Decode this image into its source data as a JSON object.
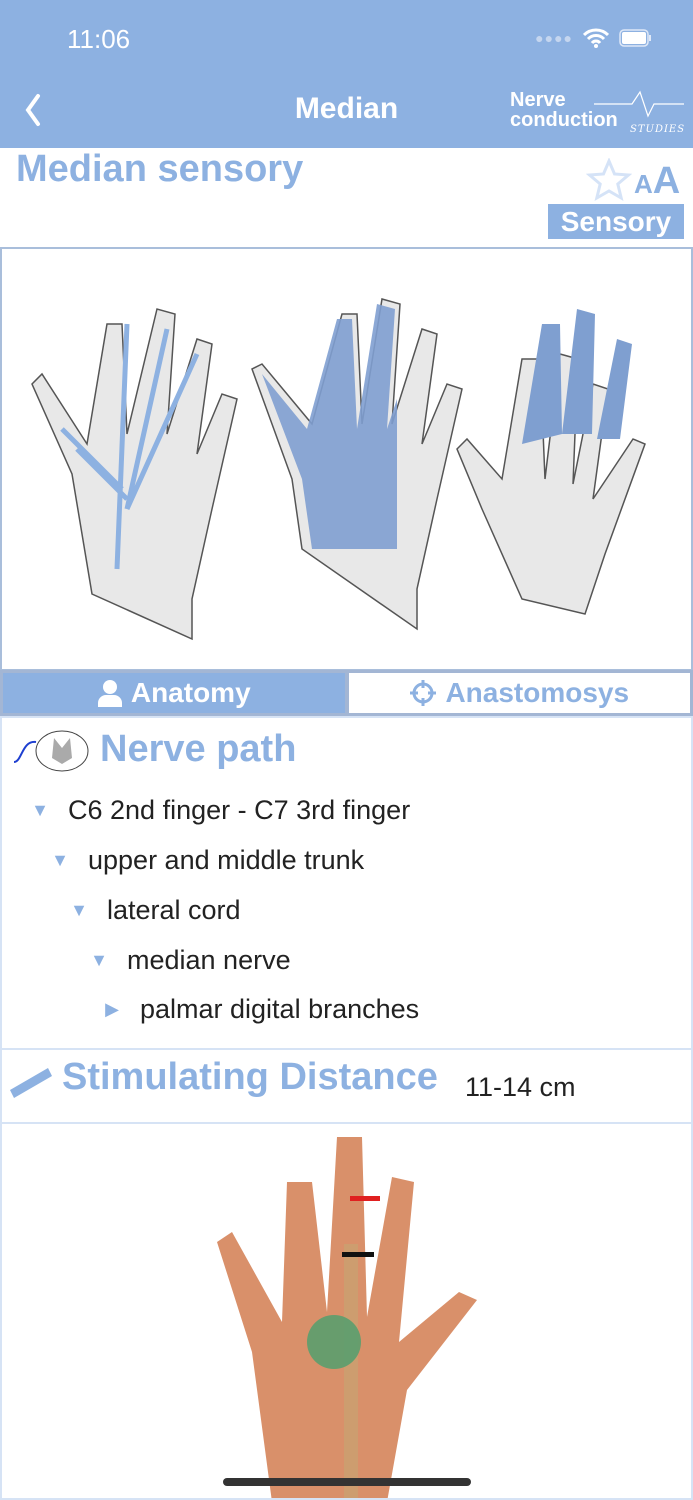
{
  "status": {
    "time": "11:06"
  },
  "nav": {
    "title": "Median",
    "logo_line1": "Nerve",
    "logo_line2": "conduction",
    "logo_sub": "STUDIES"
  },
  "page": {
    "title": "Median sensory",
    "font_size_label_small": "A",
    "font_size_label_large": "A",
    "badge": "Sensory"
  },
  "tabs": [
    {
      "label": "Anatomy",
      "icon": "person-icon",
      "active": true
    },
    {
      "label": "Anastomosys",
      "icon": "crosshair-icon",
      "active": false
    }
  ],
  "nerve_path": {
    "title": "Nerve path",
    "items": [
      {
        "label": "C6 2nd finger - C7 3rd finger",
        "expanded": true
      },
      {
        "label": "upper and middle trunk",
        "expanded": true
      },
      {
        "label": "lateral cord",
        "expanded": true
      },
      {
        "label": "median nerve",
        "expanded": true
      },
      {
        "label": "palmar digital branches",
        "expanded": false
      }
    ]
  },
  "distance": {
    "title": "Stimulating Distance",
    "value": "11-14 cm"
  },
  "colors": {
    "accent": "#8db1e1",
    "text": "#222222"
  }
}
